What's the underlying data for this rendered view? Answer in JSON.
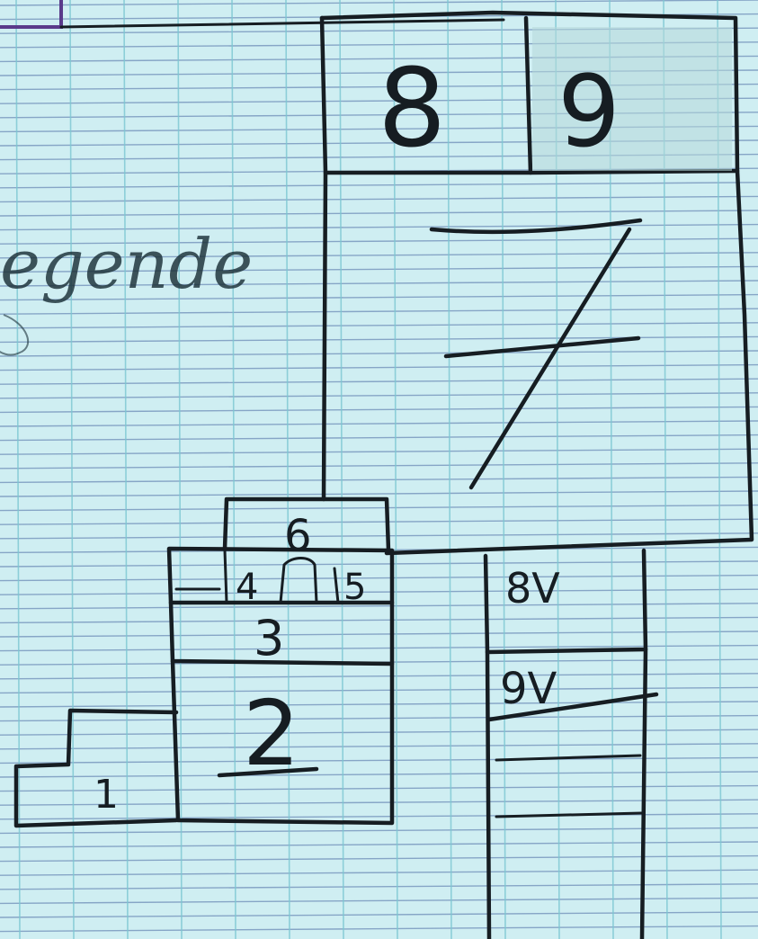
{
  "labels": {
    "legend_word": "egende",
    "room_1": "1",
    "room_2": "2",
    "room_3": "3",
    "room_4": "4",
    "room_5": "5",
    "room_6": "6",
    "room_7": "7",
    "room_8": "8",
    "room_9": "9",
    "room_8v": "8V",
    "room_9v": "9V"
  },
  "colors": {
    "paper": "#cfeef2",
    "grid_horizontal": "#4b6aa3",
    "grid_vertical": "#7cc7d2",
    "ink": "#161d22"
  }
}
